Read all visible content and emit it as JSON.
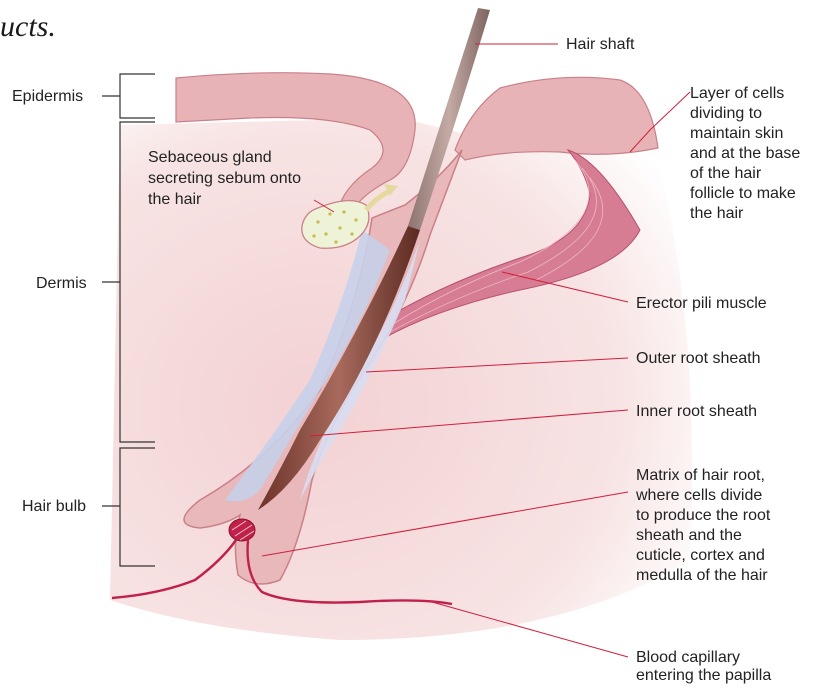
{
  "heading_fragment": "ucts.",
  "labels": {
    "hair_shaft": "Hair shaft",
    "epidermis": "Epidermis",
    "dermis": "Dermis",
    "hair_bulb": "Hair bulb",
    "sebaceous": [
      "Sebaceous gland",
      "secreting sebum onto",
      "the hair"
    ],
    "layer_cells": [
      "Layer of cells",
      "dividing to",
      "maintain skin",
      "and at the base",
      "of the hair",
      "follicle to make",
      "the hair"
    ],
    "erector": "Erector pili muscle",
    "outer_root": "Outer root sheath",
    "inner_root": "Inner root sheath",
    "matrix": [
      "Matrix of hair root,",
      "where cells divide",
      "to produce the root",
      "sheath and the",
      "cuticle, cortex and",
      "medulla of the hair"
    ],
    "capillary": [
      "Blood capillary",
      "entering the papilla"
    ]
  },
  "colors": {
    "dermis": "#f5dcdc",
    "epidermis": "#e8b4b8",
    "sheath_outline": "#c98088",
    "inner_sheath": "#c9d2ea",
    "hair": "#8a4a3e",
    "muscle": "#cf6f86",
    "capillary": "#c0214a",
    "leader": "#d11f3c",
    "sebum": "#eef3d8"
  }
}
